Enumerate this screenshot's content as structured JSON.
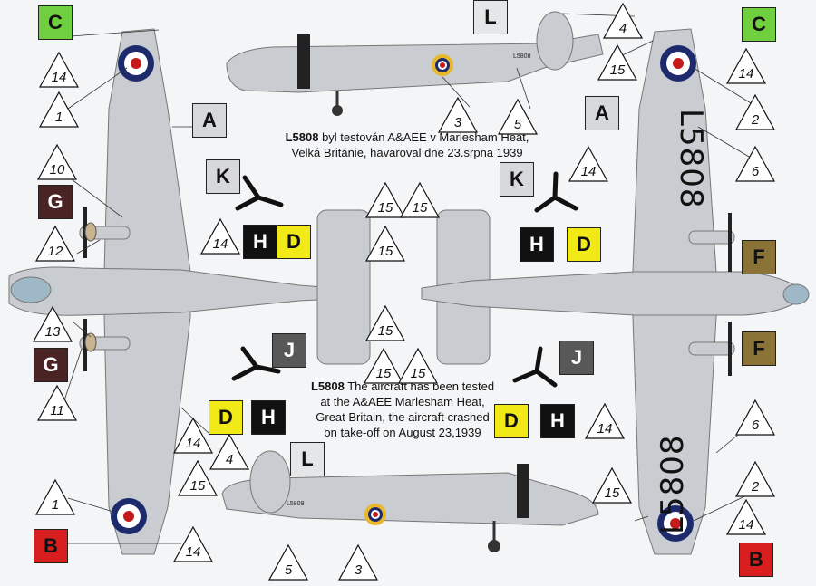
{
  "colors": {
    "sky": "#c9ccd1",
    "C": "#6fcf3f",
    "B": "#d81e1e",
    "G": "#4a2424",
    "F": "#8b7338",
    "D": "#f1ea16",
    "H": "#111111",
    "J": "#585858",
    "K": "#d6d8db",
    "L": "#e5e6e8",
    "A": "#d6d8db",
    "roundelBlue": "#1d2b6d",
    "roundelRed": "#c41a1a",
    "roundelYellow": "#e9b82a"
  },
  "notes": {
    "cz_title": "L5808",
    "cz_line1": " byl testován  A&AEE v Marlesham Heat,",
    "cz_line2": "Velká Británie, havaroval dne 23.srpna 1939",
    "en_title": "L5808",
    "en_line1": " The aircraft has been tested",
    "en_line2": "at the A&AEE Marlesham Heat,",
    "en_line3": "Great Britain, the aircraft crashed",
    "en_line4": "on take-off on August 23,1939"
  },
  "serial_small": "L5808",
  "serial_large": "L5808",
  "squares": {
    "C": "C",
    "B": "B",
    "G": "G",
    "F": "F",
    "D": "D",
    "H": "H",
    "J": "J",
    "K": "K",
    "L": "L",
    "A": "A"
  },
  "triangles": {
    "t1": "1",
    "t2": "2",
    "t3": "3",
    "t4": "4",
    "t5": "5",
    "t6": "6",
    "t10": "10",
    "t11": "11",
    "t12": "12",
    "t13": "13",
    "t14": "14",
    "t15": "15"
  }
}
